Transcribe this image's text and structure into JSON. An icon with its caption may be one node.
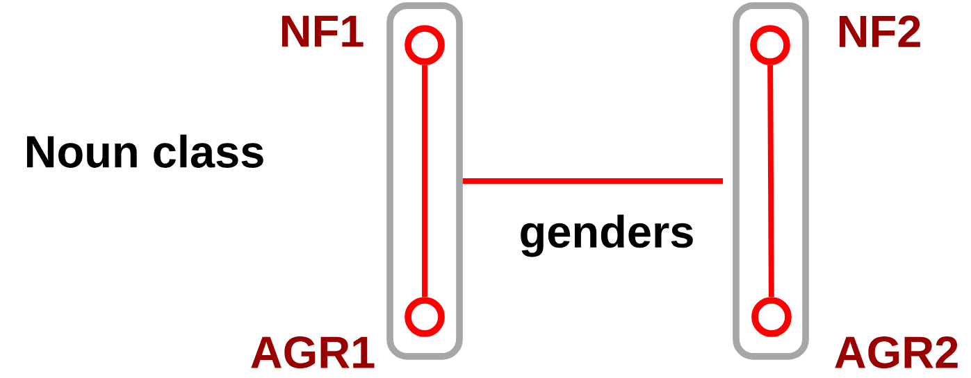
{
  "diagram": {
    "nodes": [
      {
        "text": [],
        "shape": "box"
      },
      {
        "text": [],
        "shape": "circle",
        "in": 0,
        "beside": [
          "NF1"
        ]
      },
      {
        "text": [],
        "shape": "circle",
        "in": 0,
        "beside": [
          "AGR1"
        ]
      },
      {
        "text": [],
        "shape": "box"
      },
      {
        "text": [],
        "shape": "circle",
        "in": 3,
        "beside": [
          "NF2"
        ]
      },
      {
        "text": [],
        "shape": "circle",
        "in": 3,
        "beside": [
          "AGR2"
        ]
      }
    ],
    "edges": [
      {
        "from": 1,
        "to": 2,
        "arrow": "none"
      },
      {
        "from": 4,
        "to": 5,
        "arrow": "none"
      },
      {
        "from": 0,
        "to": 3,
        "arrow": "none",
        "label": "genders"
      }
    ],
    "labels": [
      "Noun class"
    ]
  }
}
